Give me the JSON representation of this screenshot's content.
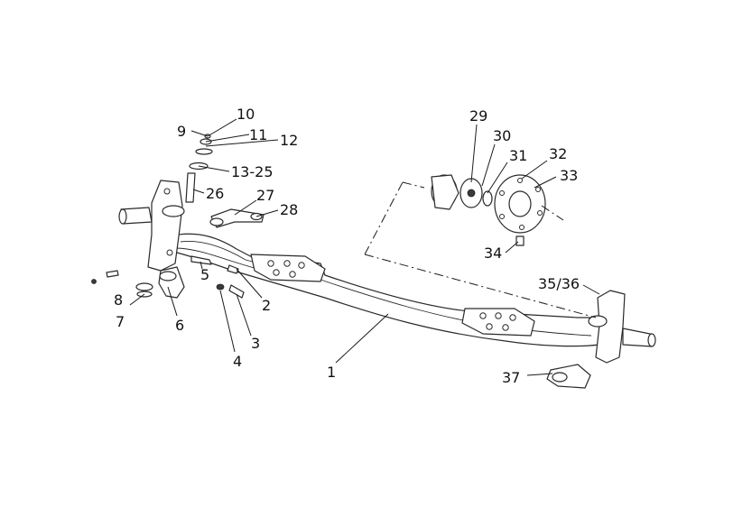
{
  "labels": {
    "p1": "1",
    "p2": "2",
    "p3": "3",
    "p4": "4",
    "p5": "5",
    "p6": "6",
    "p7": "7",
    "p8": "8",
    "p9": "9",
    "p10": "10",
    "p11": "11",
    "p12": "12",
    "p13_25": "13-25",
    "p26": "26",
    "p27": "27",
    "p28": "28",
    "p29": "29",
    "p30": "30",
    "p31": "31",
    "p32": "32",
    "p33": "33",
    "p34": "34",
    "p35_36": "35/36",
    "p37": "37"
  }
}
